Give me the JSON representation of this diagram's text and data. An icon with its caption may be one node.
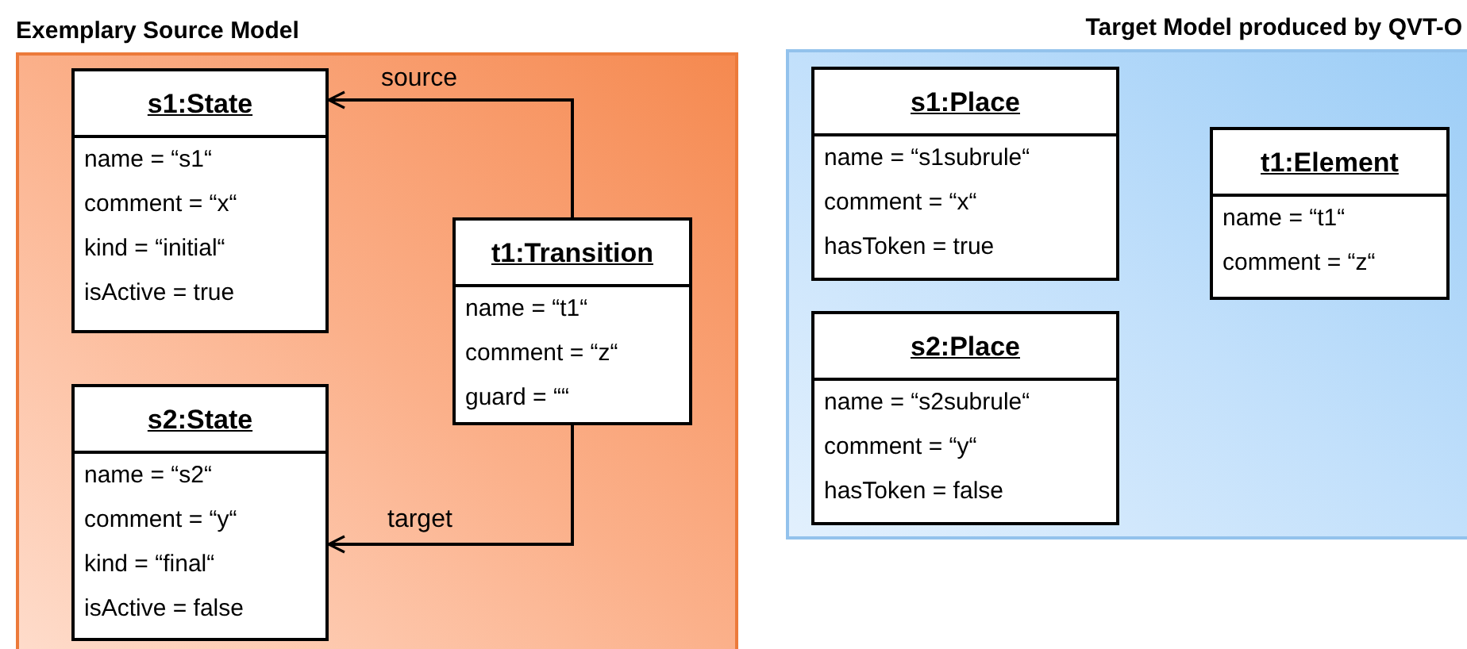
{
  "diagram": {
    "nodes": [
      {
        "text": [
          "Exemplary Source Model"
        ]
      },
      {
        "text": [
          "s1:State",
          "name = “s1“",
          "comment = “x“",
          "kind = “initial“",
          "isActive = true"
        ],
        "in": 0
      },
      {
        "text": [
          "s2:State",
          "name = “s2“",
          "comment = “y“",
          "kind = “final“",
          "isActive = false"
        ],
        "in": 0
      },
      {
        "text": [
          "t1:Transition",
          "name = “t1“",
          "comment = “z“",
          "guard = ““"
        ],
        "in": 0
      },
      {
        "text": [
          "Target Model produced by QVT-O"
        ]
      },
      {
        "text": [
          "s1:Place",
          "name = “s1subrule“",
          "comment = “x“",
          "hasToken = true"
        ],
        "in": 4
      },
      {
        "text": [
          "s2:Place",
          "name = “s2subrule“",
          "comment = “y“",
          "hasToken = false"
        ],
        "in": 4
      },
      {
        "text": [
          "t1:Element",
          "name = “t1“",
          "comment = “z“"
        ],
        "in": 4
      }
    ],
    "edges": [
      {
        "from": 3,
        "to": 1,
        "arrow": "to",
        "label": "source"
      },
      {
        "from": 3,
        "to": 2,
        "arrow": "to",
        "label": "target"
      }
    ]
  }
}
